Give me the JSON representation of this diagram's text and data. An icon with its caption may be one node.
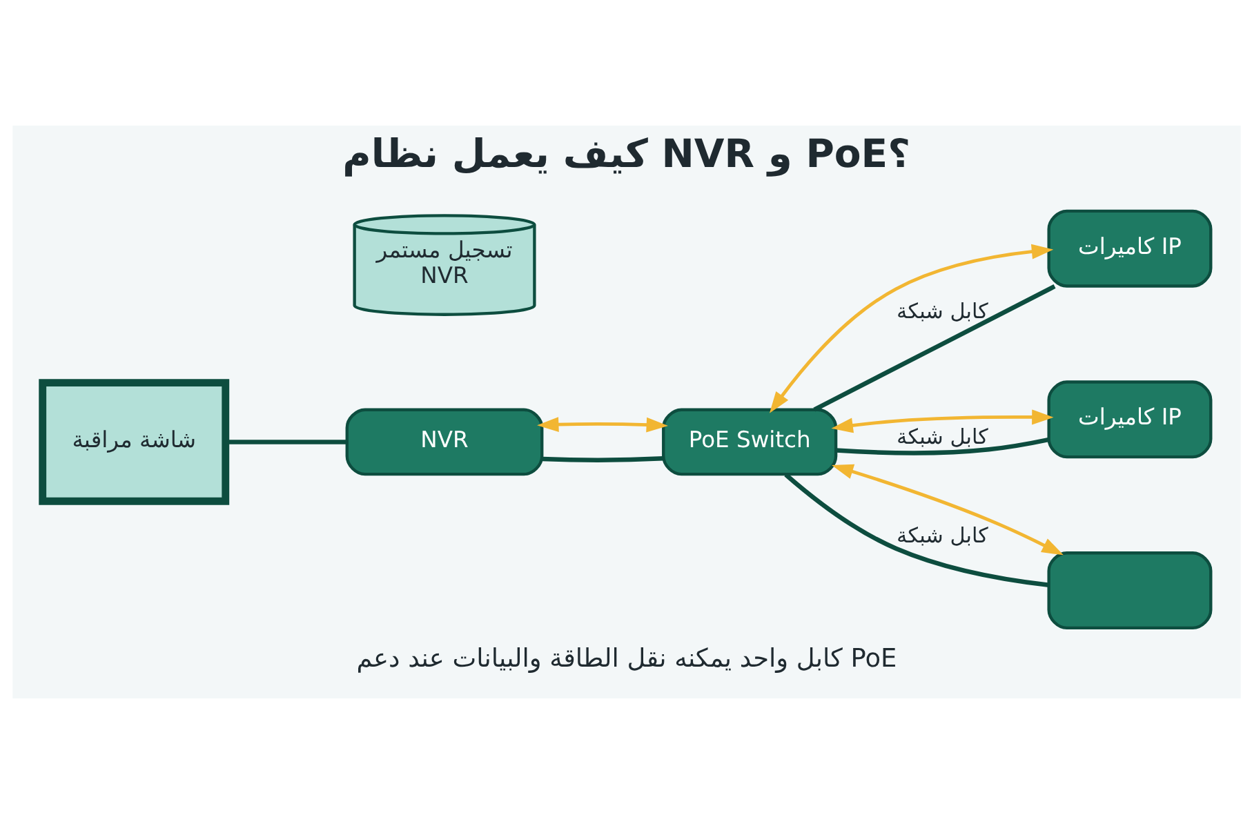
{
  "diagram": {
    "title": "كيف يعمل نظام NVR و PoE؟",
    "caption": "كابل واحد يمكنه نقل الطاقة والبيانات عند دعم PoE",
    "nodes": [
      {
        "text": [
          "شاشة مراقبة"
        ]
      },
      {
        "text": [
          "NVR"
        ]
      },
      {
        "text": [
          "تسجيل مستمر",
          "NVR"
        ]
      },
      {
        "text": [
          "PoE Switch"
        ]
      },
      {
        "text": [
          "كاميرات IP"
        ]
      },
      {
        "text": [
          "كاميرات IP"
        ]
      },
      {
        "text": [],
        "shape": "box"
      }
    ],
    "edges": [
      {
        "from": 0,
        "to": 1,
        "arrow": "none"
      },
      {
        "from": 1,
        "to": 3,
        "arrow": "none"
      },
      {
        "from": 1,
        "to": 3,
        "arrow": "both",
        "color": "#f2b632"
      },
      {
        "from": 3,
        "to": 4,
        "arrow": "none",
        "label": "كابل شبكة"
      },
      {
        "from": 3,
        "to": 4,
        "arrow": "both",
        "color": "#f2b632"
      },
      {
        "from": 3,
        "to": 5,
        "arrow": "none",
        "label": "كابل شبكة"
      },
      {
        "from": 3,
        "to": 5,
        "arrow": "both",
        "color": "#f2b632"
      },
      {
        "from": 3,
        "to": 6,
        "arrow": "none",
        "label": "كابل شبكة"
      },
      {
        "from": 3,
        "to": 6,
        "arrow": "both",
        "color": "#f2b632"
      }
    ]
  }
}
